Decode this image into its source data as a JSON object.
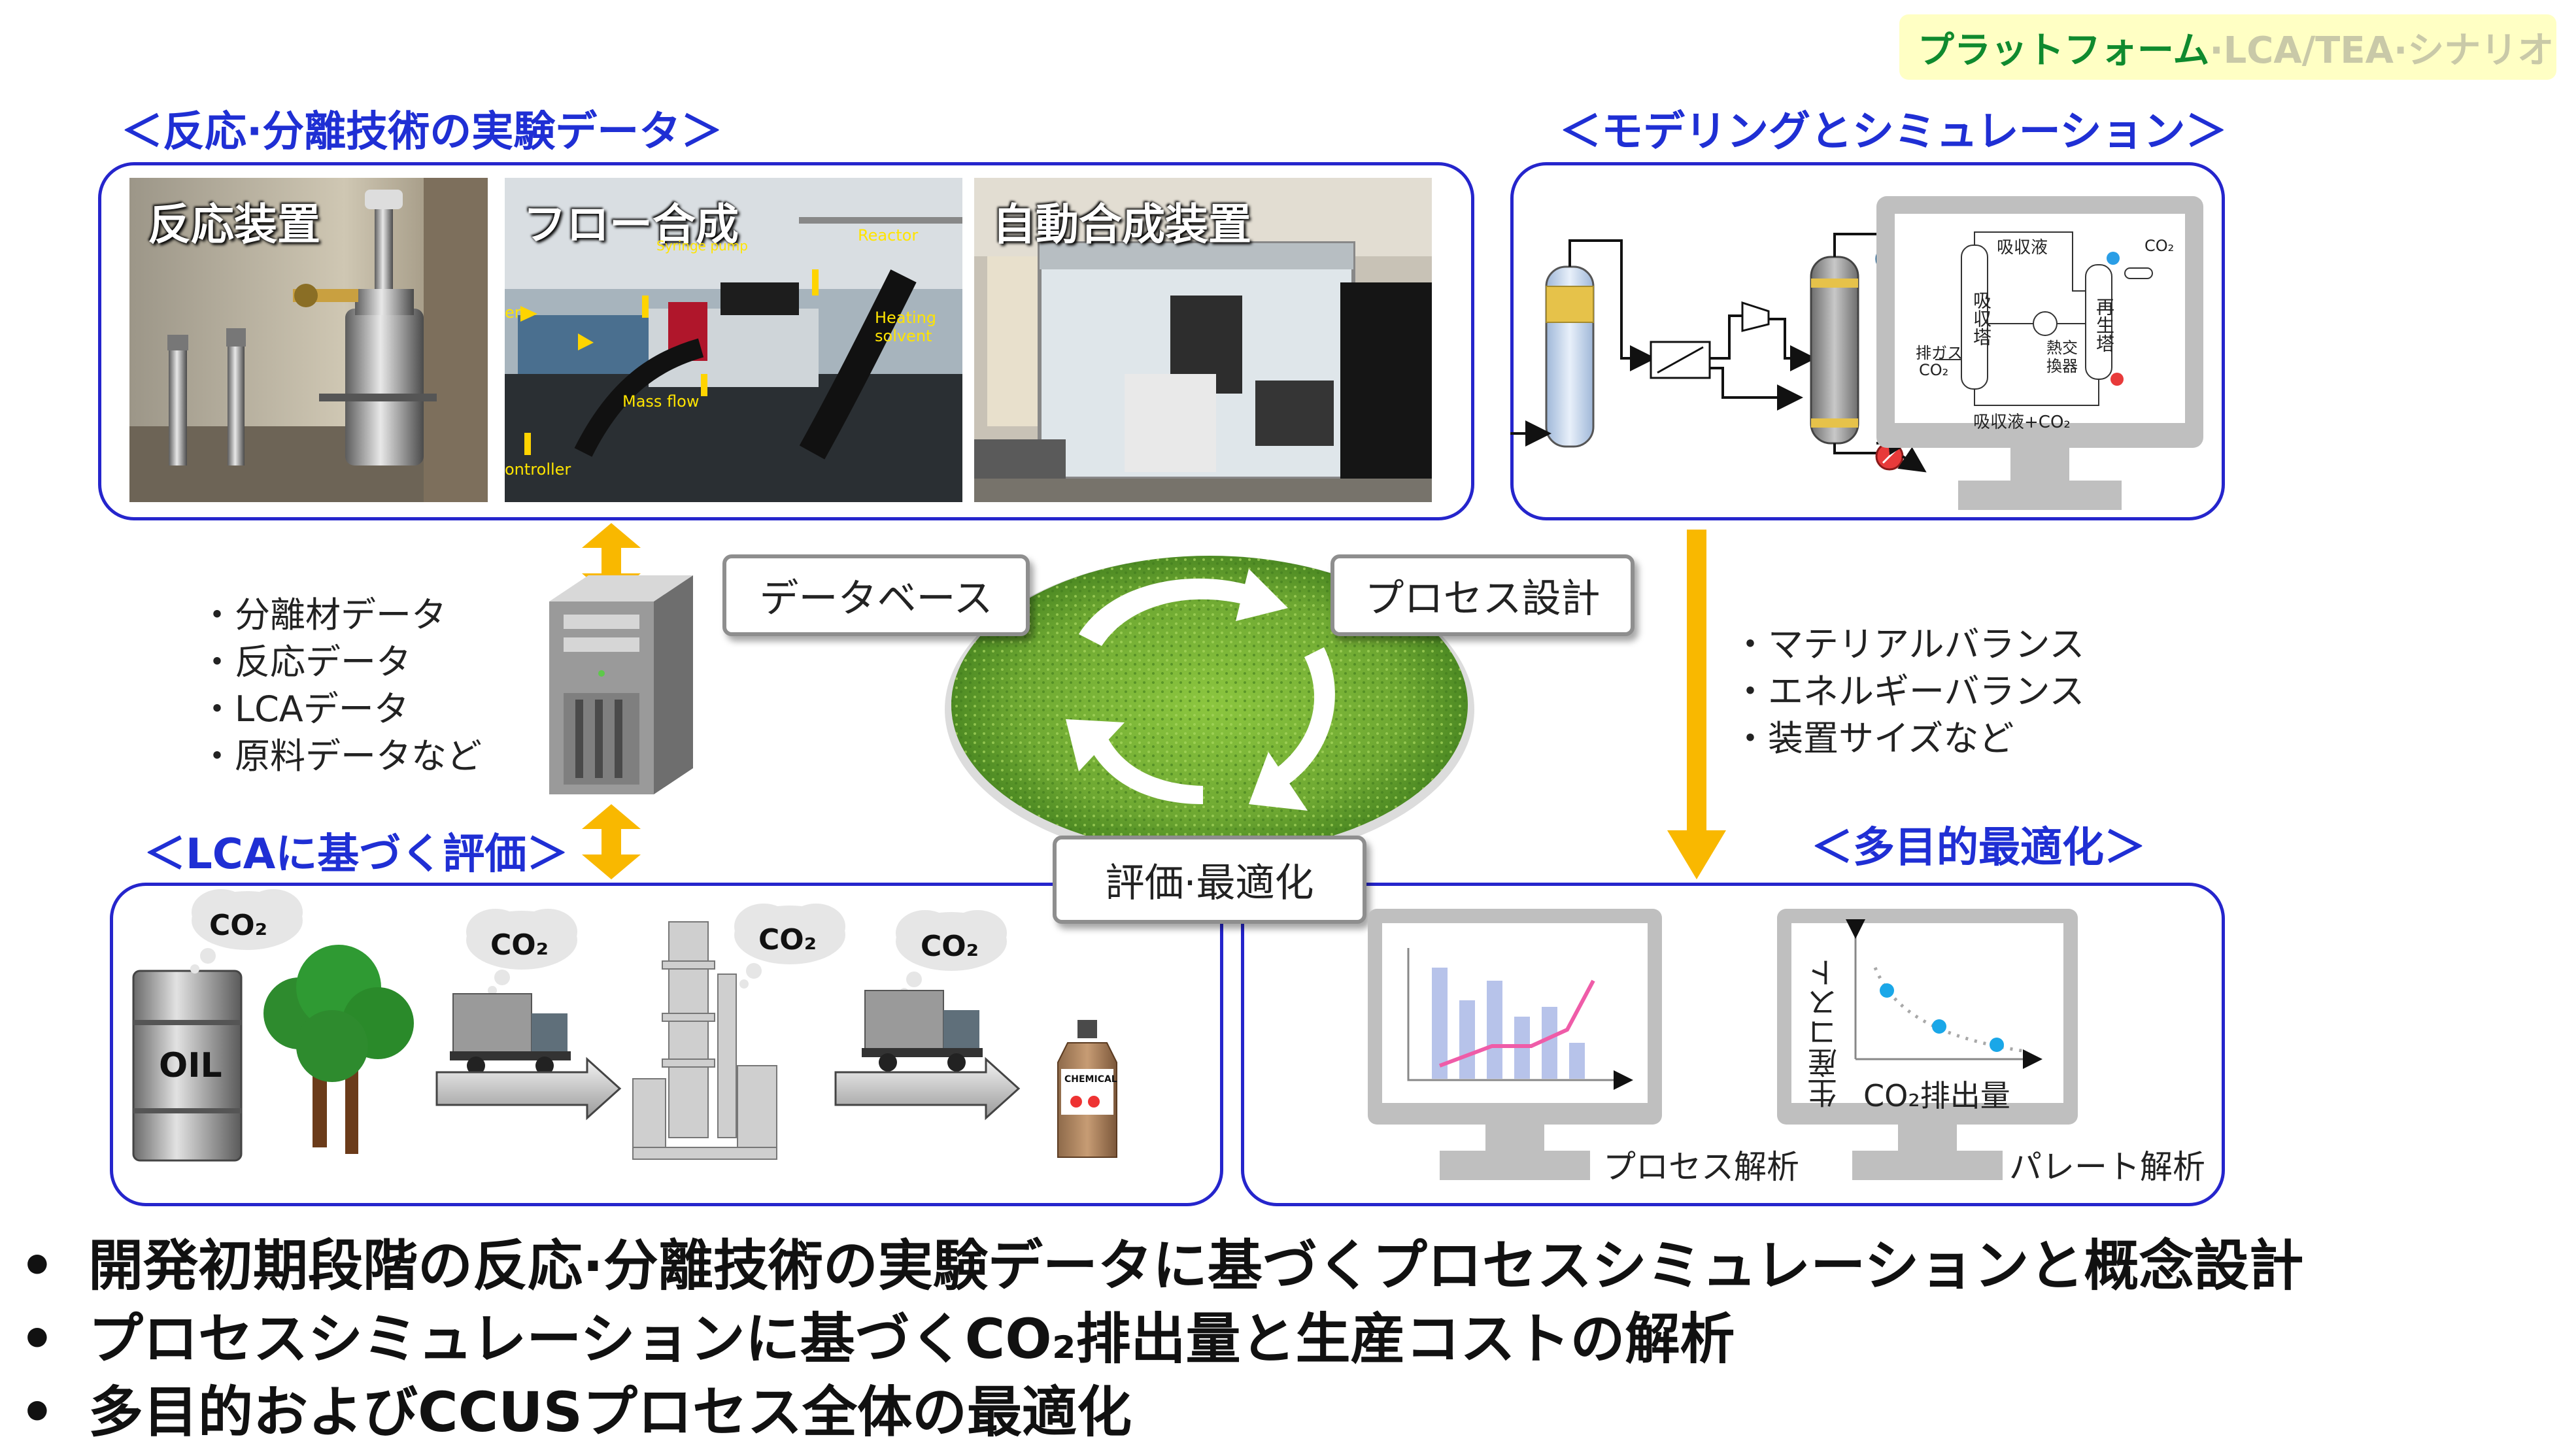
{
  "badge": {
    "part1": "プラットフォーム",
    "part2": "·LCA/TEA·シナリオ"
  },
  "sections": {
    "experiment": "＜反応·分離技術の実験データ＞",
    "modeling": "＜モデリングとシミュレーション＞",
    "lca": "＜LCAに基づく評価＞",
    "multi": "＜多目的最適化＞"
  },
  "photos": [
    {
      "label": "反応装置"
    },
    {
      "label": "フロー合成",
      "annotations": [
        "Syringe pump",
        "Reactor",
        "Heating solvent",
        "Mass flow",
        "ontroller",
        "er"
      ]
    },
    {
      "label": "自動合成装置"
    }
  ],
  "cycle": {
    "database": "データベース",
    "process_design": "プロセス設計",
    "evaluation": "評価·最適化"
  },
  "data_list": [
    "分離材データ",
    "反応データ",
    "LCAデータ",
    "原料データなど"
  ],
  "sim_list": [
    "マテリアルバランス",
    "エネルギーバランス",
    "装置サイズなど"
  ],
  "absorber": {
    "absorber": "吸収塔",
    "regenerator": "再生塔",
    "exchanger": "熱交換器",
    "absorbent": "吸収液",
    "flue_gas": "排ガス",
    "co2": "CO₂",
    "rich": "吸収液+CO₂"
  },
  "lca_items": {
    "co2": "CO₂",
    "oil": "OIL",
    "chemical": "CHEMICAL"
  },
  "analysis": {
    "process": "プロセス解析",
    "pareto": "パレート解析",
    "cost_axis": "生産コスト",
    "emission_axis": "CO₂排出量"
  },
  "bullets": [
    "開発初期段階の反応·分離技術の実験データに基づくプロセスシミュレーションと概念設計",
    "プロセスシミュレーションに基づくCO₂排出量と生産コストの解析",
    "多目的およびCCUSプロセス全体の最適化"
  ],
  "colors": {
    "section_blue": "#1f2fd4",
    "arrow_orange": "#f9b800",
    "badge_green": "#0f8a2e"
  }
}
